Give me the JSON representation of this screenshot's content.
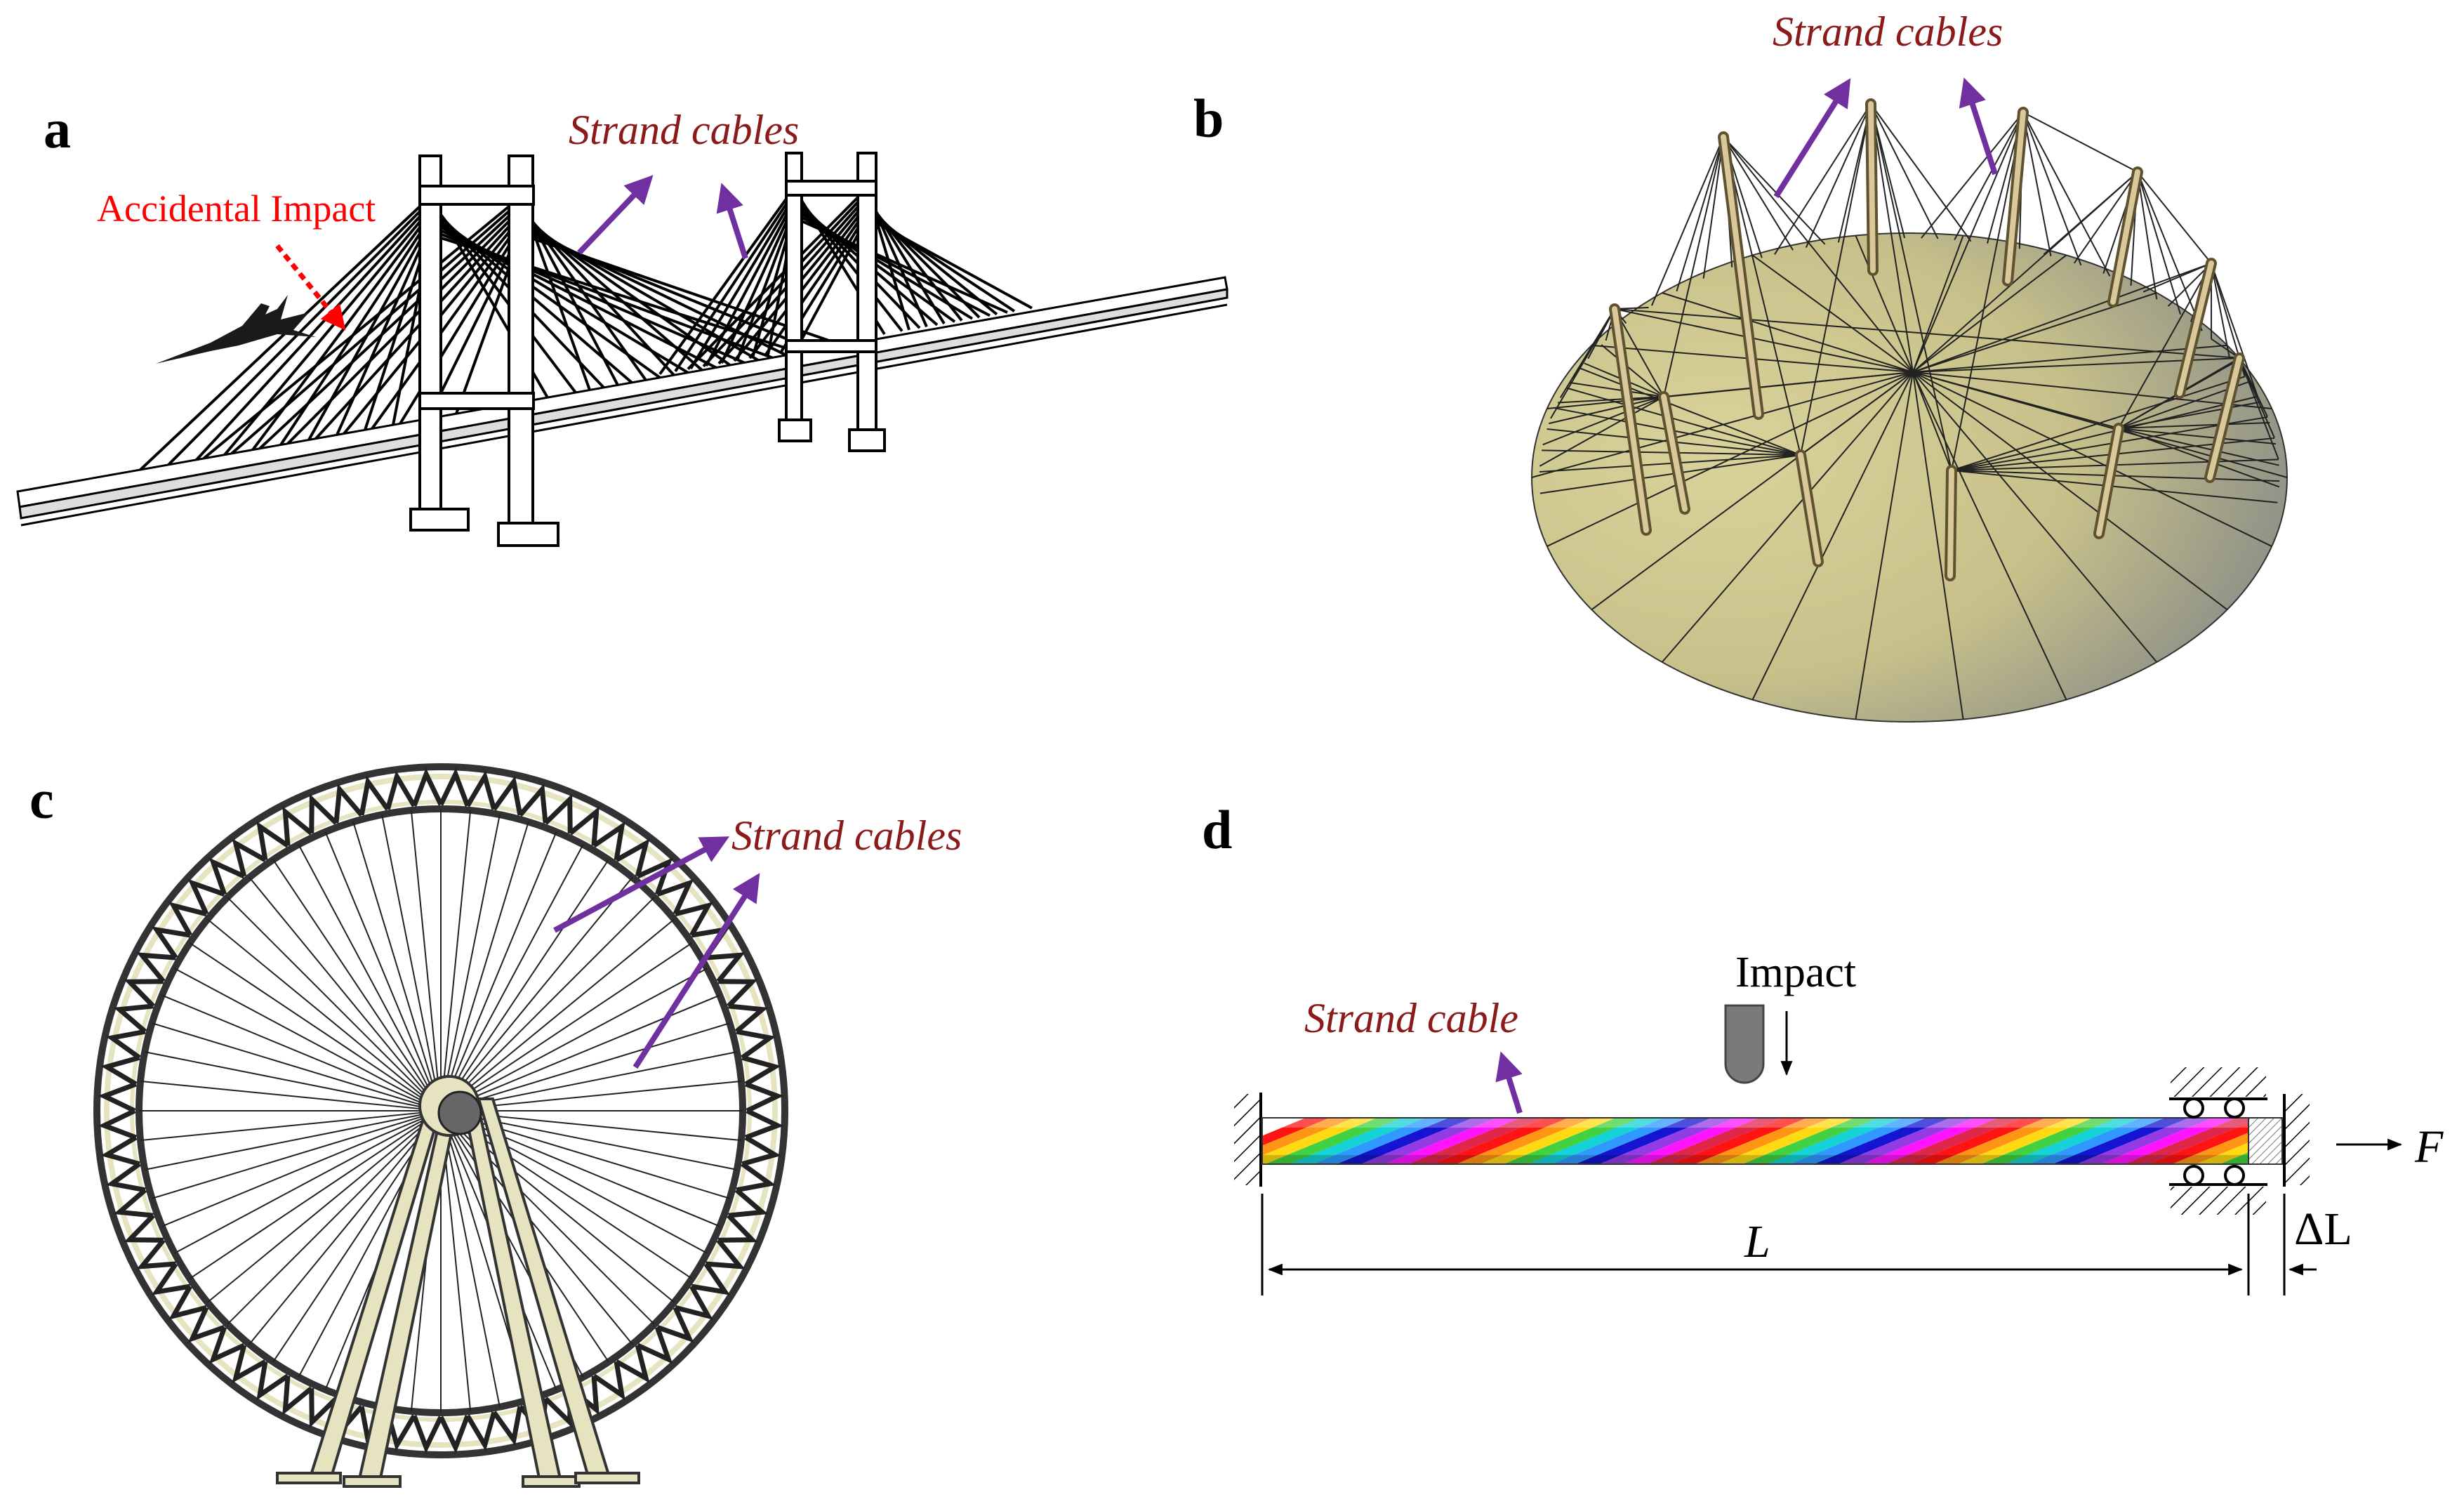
{
  "panels": {
    "a": {
      "letter": "a",
      "callout": "Strand cables",
      "impact_label": "Accidental Impact",
      "arrow_color": "#7030a0",
      "impact_color": "#ff0000"
    },
    "b": {
      "letter": "b",
      "callout": "Strand cables",
      "arrow_color": "#7030a0",
      "surface_color_light": "#d9d39b",
      "surface_color_dark": "#7f8587"
    },
    "c": {
      "letter": "c",
      "callout": "Strand cables",
      "arrow_color": "#7030a0",
      "frame_color": "#e6e4c0"
    },
    "d": {
      "letter": "d",
      "callout": "Strand cable",
      "impact_label": "Impact",
      "length_label": "L",
      "delta_label": "ΔL",
      "force_label": "F",
      "arrow_color": "#7030a0"
    }
  },
  "callout_color": "#8b1a1a"
}
